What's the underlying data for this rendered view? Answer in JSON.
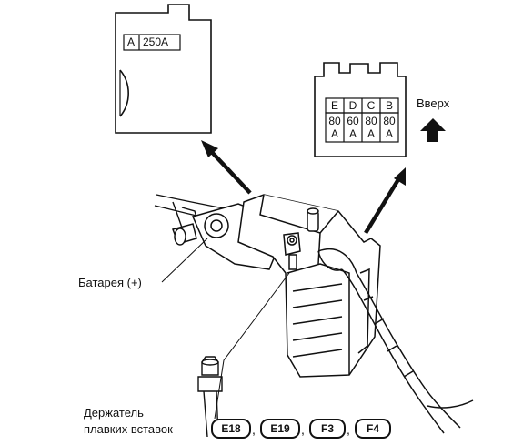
{
  "inset_a": {
    "label_letter": "A",
    "label_value": "250A"
  },
  "inset_b": {
    "columns": [
      {
        "letter": "E",
        "value": "80",
        "unit": "A"
      },
      {
        "letter": "D",
        "value": "60",
        "unit": "A"
      },
      {
        "letter": "C",
        "value": "80",
        "unit": "A"
      },
      {
        "letter": "B",
        "value": "80",
        "unit": "A"
      }
    ],
    "up_label": "Вверх"
  },
  "callouts": {
    "battery": "Батарея (+)",
    "holder_line1": "Держатель",
    "holder_line2": "плавких вставок"
  },
  "connectors": [
    {
      "code": "E18"
    },
    {
      "code": "E19"
    },
    {
      "code": "F3"
    },
    {
      "code": "F4"
    }
  ],
  "separator": ","
}
